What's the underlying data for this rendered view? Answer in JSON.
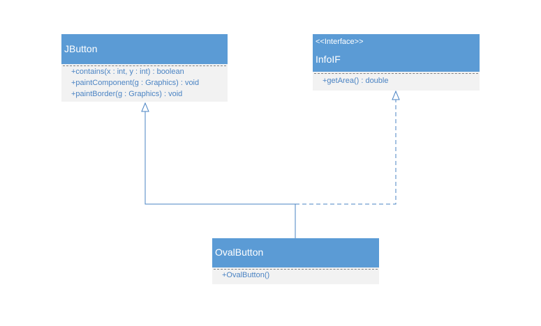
{
  "colors": {
    "header_fill": "#5b9bd5",
    "body_fill": "#f2f2f2",
    "connector": "#4a83c3",
    "operation_text": "#4a83c3"
  },
  "classes": {
    "jbutton": {
      "name": "JButton",
      "operations": [
        "+contains(x : int, y : int) : boolean",
        "+paintComponent(g : Graphics) : void",
        "+paintBorder(g : Graphics) : void"
      ]
    },
    "infoif": {
      "stereotype": "<<Interface>>",
      "name": "InfoIF",
      "operations": [
        "+getArea() : double"
      ]
    },
    "ovalbutton": {
      "name": "OvalButton",
      "operations": [
        "+OvalButton()"
      ]
    }
  },
  "relationships": [
    {
      "type": "generalization",
      "from": "OvalButton",
      "to": "JButton",
      "line": "solid"
    },
    {
      "type": "realization",
      "from": "OvalButton",
      "to": "InfoIF",
      "line": "dashed"
    }
  ]
}
